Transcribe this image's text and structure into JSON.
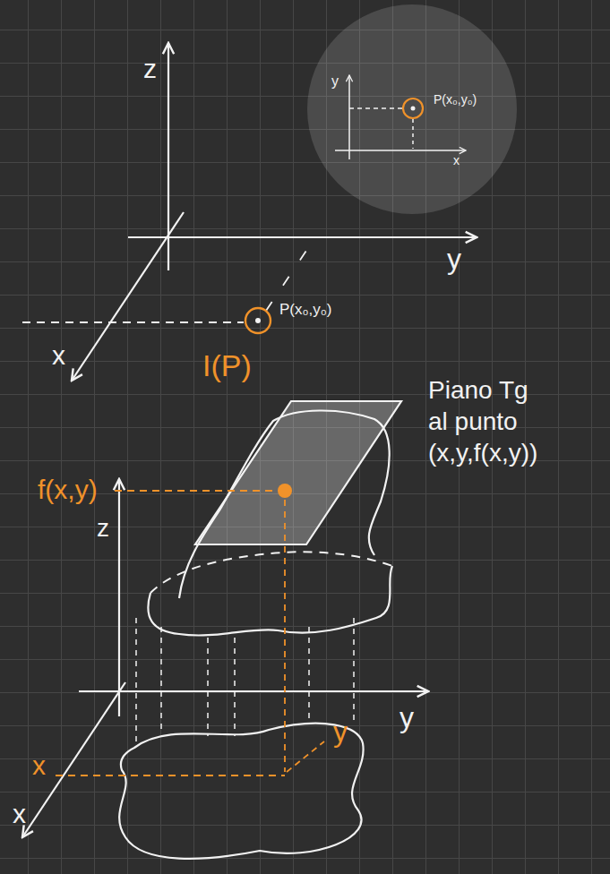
{
  "diagram": {
    "labels": [
      "z",
      "y",
      "x",
      "P(x₀,y₀)",
      "I(P)",
      "y",
      "x",
      "P(x₀,y₀)",
      "f(x,y)",
      "z",
      "y",
      "x",
      "y",
      "x",
      "Piano Tg al punto (x,y,f(x,y))"
    ]
  }
}
